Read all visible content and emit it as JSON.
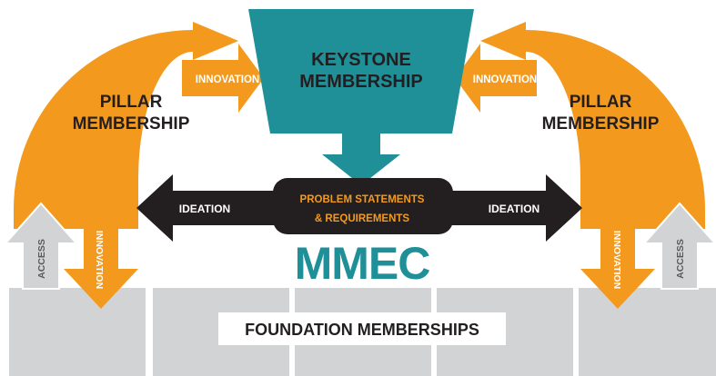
{
  "keystone": {
    "line1": "KEYSTONE",
    "line2": "MEMBERSHIP"
  },
  "pillar_left": {
    "line1": "PILLAR",
    "line2": "MEMBERSHIP"
  },
  "pillar_right": {
    "line1": "PILLAR",
    "line2": "MEMBERSHIP"
  },
  "innovation_left": "INNOVATION",
  "innovation_right": "INNOVATION",
  "innovation_down_left": "INNOVATION",
  "innovation_down_right": "INNOVATION",
  "access_left": "ACCESS",
  "access_right": "ACCESS",
  "ideation_left": "IDEATION",
  "ideation_right": "IDEATION",
  "center": {
    "line1": "PROBLEM STATEMENTS",
    "line2": "& REQUIREMENTS"
  },
  "logo": "MMEC",
  "foundation": "FOUNDATION MEMBERSHIPS",
  "colors": {
    "orange": "#F39A1E",
    "teal": "#1F8F98",
    "dark": "#231F20",
    "gray": "#D1D3D4",
    "white": "#FFFFFF"
  }
}
